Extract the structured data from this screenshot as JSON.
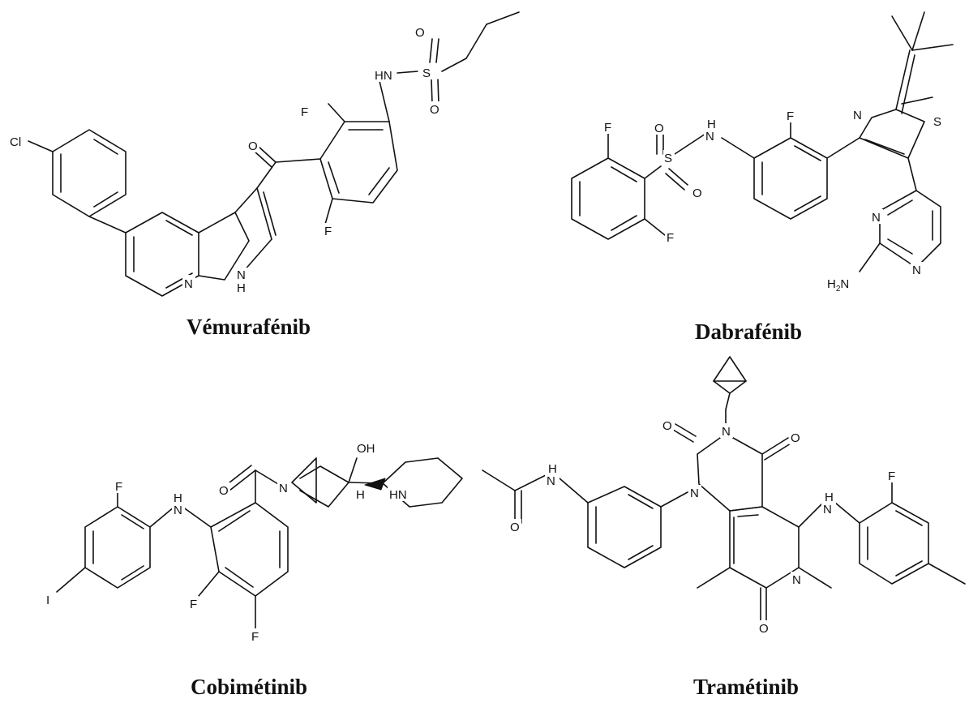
{
  "molecules": [
    {
      "key": "vemurafenib",
      "name": "Vémurafénib",
      "atoms": {
        "cl": "Cl",
        "n_pyridine": "N",
        "nh_pyrrole": "N",
        "h_pyrrole": "H",
        "o_keto": "O",
        "f_top": "F",
        "f_bottom": "F",
        "hn": "HN",
        "s": "S",
        "o_s1": "O",
        "o_s2": "O"
      }
    },
    {
      "key": "dabrafenib",
      "name": "Dabrafénib",
      "atoms": {
        "f1": "F",
        "f2": "F",
        "s": "S",
        "o1": "O",
        "o2": "O",
        "nh_n": "N",
        "nh_h": "H",
        "f_aryl": "F",
        "n_thiazole": "N",
        "s_thiazole": "S",
        "n_pyr1": "N",
        "n_pyr2": "N",
        "nh2": "H",
        "nh2_sub": "2",
        "nh2_n": "N"
      }
    },
    {
      "key": "cobimetinib",
      "name": "Cobimétinib",
      "atoms": {
        "o_amide": "O",
        "n_azetidine": "N",
        "oh": "OH",
        "h_stereo": "H",
        "hn_pip": "HN",
        "f_top": "F",
        "nh_n": "N",
        "nh_h": "H",
        "i": "I",
        "f_mid": "F",
        "f_bottom": "F"
      }
    },
    {
      "key": "trametinib",
      "name": "Tramétinib",
      "atoms": {
        "nh_acetyl_h": "H",
        "nh_acetyl_n": "N",
        "o_acetyl": "O",
        "o_left": "O",
        "n_cyclopropyl": "N",
        "o_right": "O",
        "n1": "N",
        "nh_h": "H",
        "nh_n": "N",
        "f": "F",
        "n_methyl": "N",
        "o_bottom": "O"
      }
    }
  ]
}
